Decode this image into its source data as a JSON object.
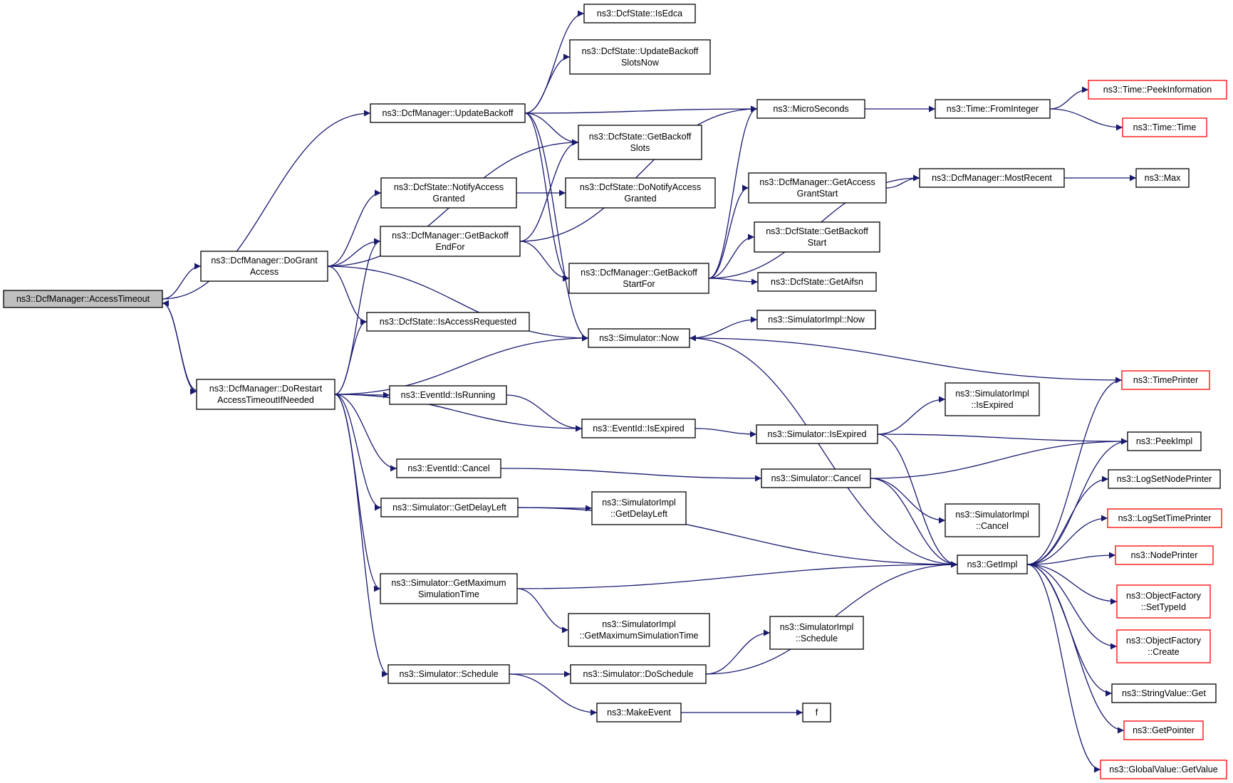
{
  "graph": {
    "title": "ns3::DcfManager::AccessTimeout call graph",
    "colors": {
      "edge": "#191970",
      "node_border": "#000000",
      "truncated_border": "#ff0000",
      "root_fill": "#bfbfbf",
      "node_fill": "#ffffff"
    },
    "nodes": [
      {
        "id": "root",
        "lines": [
          "ns3::DcfManager::AccessTimeout"
        ],
        "kind": "root"
      },
      {
        "id": "updatebackoff",
        "lines": [
          "ns3::DcfManager::UpdateBackoff"
        ],
        "kind": "normal"
      },
      {
        "id": "dogrant",
        "lines": [
          "ns3::DcfManager::DoGrant",
          "Access"
        ],
        "kind": "normal"
      },
      {
        "id": "dorestart",
        "lines": [
          "ns3::DcfManager::DoRestart",
          "AccessTimeoutIfNeeded"
        ],
        "kind": "normal"
      },
      {
        "id": "isedca",
        "lines": [
          "ns3::DcfState::IsEdca"
        ],
        "kind": "normal"
      },
      {
        "id": "updatebackoffslots",
        "lines": [
          "ns3::DcfState::UpdateBackoff",
          "SlotsNow"
        ],
        "kind": "normal"
      },
      {
        "id": "getbackoffslots",
        "lines": [
          "ns3::DcfState::GetBackoff",
          "Slots"
        ],
        "kind": "normal"
      },
      {
        "id": "notifyaccess",
        "lines": [
          "ns3::DcfState::NotifyAccess",
          "Granted"
        ],
        "kind": "normal"
      },
      {
        "id": "donotifyaccess",
        "lines": [
          "ns3::DcfState::DoNotifyAccess",
          "Granted"
        ],
        "kind": "normal"
      },
      {
        "id": "getbackoffendfor",
        "lines": [
          "ns3::DcfManager::GetBackoff",
          "EndFor"
        ],
        "kind": "normal"
      },
      {
        "id": "getbackoffstartfor",
        "lines": [
          "ns3::DcfManager::GetBackoff",
          "StartFor"
        ],
        "kind": "normal"
      },
      {
        "id": "isaccessrequested",
        "lines": [
          "ns3::DcfState::IsAccessRequested"
        ],
        "kind": "normal"
      },
      {
        "id": "simnow",
        "lines": [
          "ns3::Simulator::Now"
        ],
        "kind": "normal"
      },
      {
        "id": "isrunning",
        "lines": [
          "ns3::EventId::IsRunning"
        ],
        "kind": "normal"
      },
      {
        "id": "isexpired",
        "lines": [
          "ns3::EventId::IsExpired"
        ],
        "kind": "normal"
      },
      {
        "id": "eventcancel",
        "lines": [
          "ns3::EventId::Cancel"
        ],
        "kind": "normal"
      },
      {
        "id": "getdelayleft",
        "lines": [
          "ns3::Simulator::GetDelayLeft"
        ],
        "kind": "normal"
      },
      {
        "id": "getmaxsimtime",
        "lines": [
          "ns3::Simulator::GetMaximum",
          "SimulationTime"
        ],
        "kind": "normal"
      },
      {
        "id": "simschedule",
        "lines": [
          "ns3::Simulator::Schedule"
        ],
        "kind": "normal"
      },
      {
        "id": "microseconds",
        "lines": [
          "ns3::MicroSeconds"
        ],
        "kind": "normal"
      },
      {
        "id": "getaccessgrantstart",
        "lines": [
          "ns3::DcfManager::GetAccess",
          "GrantStart"
        ],
        "kind": "normal"
      },
      {
        "id": "getbackoffstart",
        "lines": [
          "ns3::DcfState::GetBackoff",
          "Start"
        ],
        "kind": "normal"
      },
      {
        "id": "getaifsn",
        "lines": [
          "ns3::DcfState::GetAifsn"
        ],
        "kind": "normal"
      },
      {
        "id": "simimplnow",
        "lines": [
          "ns3::SimulatorImpl::Now"
        ],
        "kind": "normal"
      },
      {
        "id": "simisexpired",
        "lines": [
          "ns3::Simulator::IsExpired"
        ],
        "kind": "normal"
      },
      {
        "id": "simcancel",
        "lines": [
          "ns3::Simulator::Cancel"
        ],
        "kind": "normal"
      },
      {
        "id": "simimplgetdelayleft",
        "lines": [
          "ns3::SimulatorImpl",
          "::GetDelayLeft"
        ],
        "kind": "normal"
      },
      {
        "id": "simimplgetmax",
        "lines": [
          "ns3::SimulatorImpl",
          "::GetMaximumSimulationTime"
        ],
        "kind": "normal"
      },
      {
        "id": "simimplschedule",
        "lines": [
          "ns3::SimulatorImpl",
          "::Schedule"
        ],
        "kind": "normal"
      },
      {
        "id": "doschedule",
        "lines": [
          "ns3::Simulator::DoSchedule"
        ],
        "kind": "normal"
      },
      {
        "id": "makeevent",
        "lines": [
          "ns3::MakeEvent"
        ],
        "kind": "normal"
      },
      {
        "id": "fromint",
        "lines": [
          "ns3::Time::FromInteger"
        ],
        "kind": "normal"
      },
      {
        "id": "mostrecent",
        "lines": [
          "ns3::DcfManager::MostRecent"
        ],
        "kind": "normal"
      },
      {
        "id": "simimplisexpired",
        "lines": [
          "ns3::SimulatorImpl",
          "::IsExpired"
        ],
        "kind": "normal"
      },
      {
        "id": "simimplcancel",
        "lines": [
          "ns3::SimulatorImpl",
          "::Cancel"
        ],
        "kind": "normal"
      },
      {
        "id": "getimpl",
        "lines": [
          "ns3::GetImpl"
        ],
        "kind": "normal"
      },
      {
        "id": "f",
        "lines": [
          "f"
        ],
        "kind": "normal"
      },
      {
        "id": "peekinformation",
        "lines": [
          "ns3::Time::PeekInformation"
        ],
        "kind": "truncated"
      },
      {
        "id": "timetime",
        "lines": [
          "ns3::Time::Time"
        ],
        "kind": "truncated"
      },
      {
        "id": "max",
        "lines": [
          "ns3::Max"
        ],
        "kind": "normal"
      },
      {
        "id": "timeprinter",
        "lines": [
          "ns3::TimePrinter"
        ],
        "kind": "truncated"
      },
      {
        "id": "peekimpl",
        "lines": [
          "ns3::PeekImpl"
        ],
        "kind": "normal"
      },
      {
        "id": "logsetnodeprinter",
        "lines": [
          "ns3::LogSetNodePrinter"
        ],
        "kind": "normal"
      },
      {
        "id": "logsettimeprinter",
        "lines": [
          "ns3::LogSetTimePrinter"
        ],
        "kind": "truncated"
      },
      {
        "id": "nodeprinter",
        "lines": [
          "ns3::NodePrinter"
        ],
        "kind": "truncated"
      },
      {
        "id": "setTypeId",
        "lines": [
          "ns3::ObjectFactory",
          "::SetTypeId"
        ],
        "kind": "truncated"
      },
      {
        "id": "ofcreate",
        "lines": [
          "ns3::ObjectFactory",
          "::Create"
        ],
        "kind": "truncated"
      },
      {
        "id": "stringvalueget",
        "lines": [
          "ns3::StringValue::Get"
        ],
        "kind": "normal"
      },
      {
        "id": "getpointer",
        "lines": [
          "ns3::GetPointer"
        ],
        "kind": "truncated"
      },
      {
        "id": "globalvalueget",
        "lines": [
          "ns3::GlobalValue::GetValue"
        ],
        "kind": "truncated"
      }
    ],
    "edges": [
      {
        "from": "root",
        "to": "updatebackoff"
      },
      {
        "from": "root",
        "to": "dogrant"
      },
      {
        "from": "root",
        "to": "dorestart"
      },
      {
        "from": "dorestart",
        "to": "root"
      },
      {
        "from": "updatebackoff",
        "to": "isedca"
      },
      {
        "from": "updatebackoff",
        "to": "updatebackoffslots"
      },
      {
        "from": "updatebackoff",
        "to": "microseconds"
      },
      {
        "from": "updatebackoff",
        "to": "getbackoffslots"
      },
      {
        "from": "updatebackoff",
        "to": "getbackoffstartfor"
      },
      {
        "from": "updatebackoff",
        "to": "simnow"
      },
      {
        "from": "dogrant",
        "to": "getbackoffslots"
      },
      {
        "from": "dogrant",
        "to": "notifyaccess"
      },
      {
        "from": "dogrant",
        "to": "getbackoffendfor"
      },
      {
        "from": "dogrant",
        "to": "isaccessrequested"
      },
      {
        "from": "dogrant",
        "to": "simnow"
      },
      {
        "from": "notifyaccess",
        "to": "donotifyaccess"
      },
      {
        "from": "getbackoffendfor",
        "to": "getbackoffslots"
      },
      {
        "from": "getbackoffendfor",
        "to": "getbackoffstartfor"
      },
      {
        "from": "getbackoffendfor",
        "to": "microseconds"
      },
      {
        "from": "getbackoffstartfor",
        "to": "microseconds"
      },
      {
        "from": "getbackoffstartfor",
        "to": "mostrecent"
      },
      {
        "from": "getbackoffstartfor",
        "to": "getaccessgrantstart"
      },
      {
        "from": "getbackoffstartfor",
        "to": "getbackoffstart"
      },
      {
        "from": "getbackoffstartfor",
        "to": "getaifsn"
      },
      {
        "from": "getaccessgrantstart",
        "to": "mostrecent"
      },
      {
        "from": "microseconds",
        "to": "fromint"
      },
      {
        "from": "fromint",
        "to": "peekinformation"
      },
      {
        "from": "fromint",
        "to": "timetime"
      },
      {
        "from": "mostrecent",
        "to": "max"
      },
      {
        "from": "dorestart",
        "to": "getbackoffendfor"
      },
      {
        "from": "dorestart",
        "to": "isaccessrequested"
      },
      {
        "from": "dorestart",
        "to": "simnow"
      },
      {
        "from": "dorestart",
        "to": "isrunning"
      },
      {
        "from": "dorestart",
        "to": "isexpired"
      },
      {
        "from": "dorestart",
        "to": "eventcancel"
      },
      {
        "from": "dorestart",
        "to": "getdelayleft"
      },
      {
        "from": "dorestart",
        "to": "getmaxsimtime"
      },
      {
        "from": "dorestart",
        "to": "simschedule"
      },
      {
        "from": "isrunning",
        "to": "isexpired"
      },
      {
        "from": "simnow",
        "to": "simimplnow"
      },
      {
        "from": "simnow",
        "to": "getimpl"
      },
      {
        "from": "timeprinter",
        "to": "simnow"
      },
      {
        "from": "isexpired",
        "to": "simisexpired"
      },
      {
        "from": "simisexpired",
        "to": "simimplisexpired"
      },
      {
        "from": "simisexpired",
        "to": "peekimpl"
      },
      {
        "from": "simisexpired",
        "to": "getimpl"
      },
      {
        "from": "eventcancel",
        "to": "simcancel"
      },
      {
        "from": "simcancel",
        "to": "peekimpl"
      },
      {
        "from": "simcancel",
        "to": "simimplcancel"
      },
      {
        "from": "simcancel",
        "to": "getimpl"
      },
      {
        "from": "getdelayleft",
        "to": "simimplgetdelayleft"
      },
      {
        "from": "getdelayleft",
        "to": "getimpl"
      },
      {
        "from": "getmaxsimtime",
        "to": "getimpl"
      },
      {
        "from": "getmaxsimtime",
        "to": "simimplgetmax"
      },
      {
        "from": "simschedule",
        "to": "doschedule"
      },
      {
        "from": "simschedule",
        "to": "makeevent"
      },
      {
        "from": "doschedule",
        "to": "simimplschedule"
      },
      {
        "from": "doschedule",
        "to": "getimpl"
      },
      {
        "from": "makeevent",
        "to": "f"
      },
      {
        "from": "getimpl",
        "to": "timeprinter"
      },
      {
        "from": "getimpl",
        "to": "peekimpl"
      },
      {
        "from": "getimpl",
        "to": "logsetnodeprinter"
      },
      {
        "from": "getimpl",
        "to": "logsettimeprinter"
      },
      {
        "from": "getimpl",
        "to": "nodeprinter"
      },
      {
        "from": "getimpl",
        "to": "setTypeId"
      },
      {
        "from": "getimpl",
        "to": "ofcreate"
      },
      {
        "from": "getimpl",
        "to": "stringvalueget"
      },
      {
        "from": "getimpl",
        "to": "getpointer"
      },
      {
        "from": "getimpl",
        "to": "globalvalueget"
      }
    ]
  }
}
